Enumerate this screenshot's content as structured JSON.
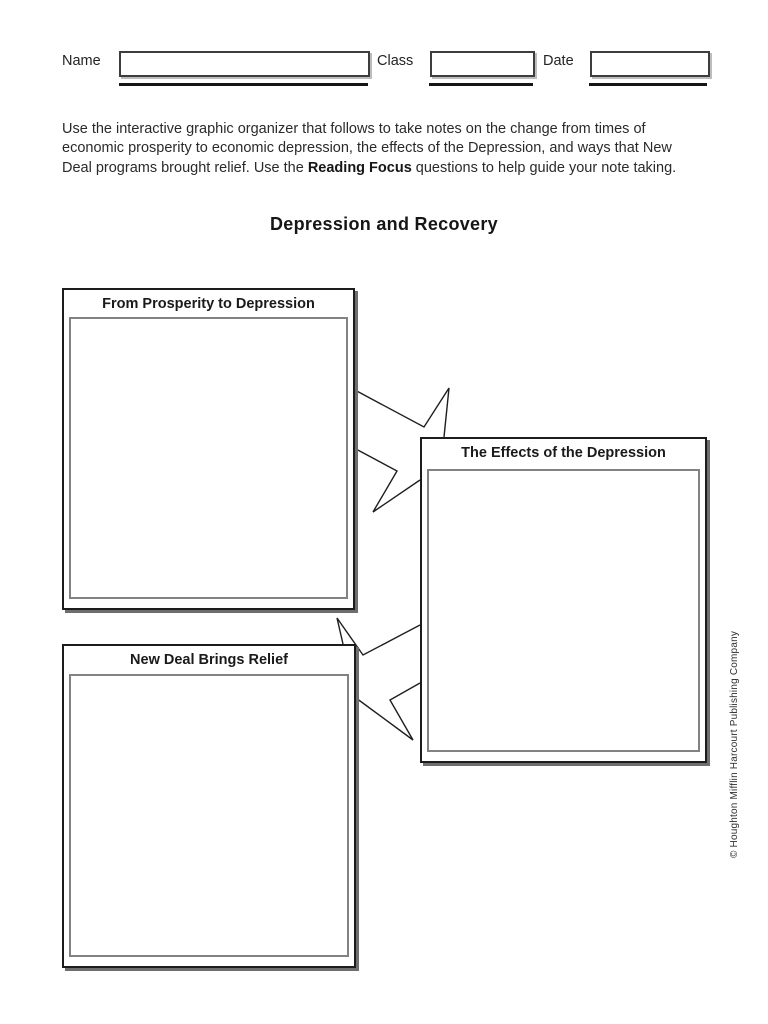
{
  "header_fields": {
    "name_label": "Name",
    "name_value": "",
    "class_label": "Class",
    "class_value": "",
    "date_label": "Date",
    "date_value": ""
  },
  "instructions": {
    "part1": "Use the interactive graphic organizer that follows to take notes on the change from times of economic prosperity to economic depression, the effects of the Depression, and ways that New Deal programs brought relief. Use the ",
    "bold": "Reading Focus",
    "part2": " questions to help guide your note taking."
  },
  "title": "Depression and Recovery",
  "organizer": {
    "boxes": [
      {
        "label": "From Prosperity to Depression",
        "value": ""
      },
      {
        "label": "The Effects of the Depression",
        "value": ""
      },
      {
        "label": "New Deal Brings Relief",
        "value": ""
      }
    ]
  },
  "footer": {
    "copyright": "© Houghton Mifflin Harcourt Publishing Company"
  },
  "colors": {
    "outer_border": "#1c1c1c",
    "inner_border": "#828282",
    "shadow": "#6e6e6e",
    "write_line": "#161616",
    "text": "#232323"
  }
}
